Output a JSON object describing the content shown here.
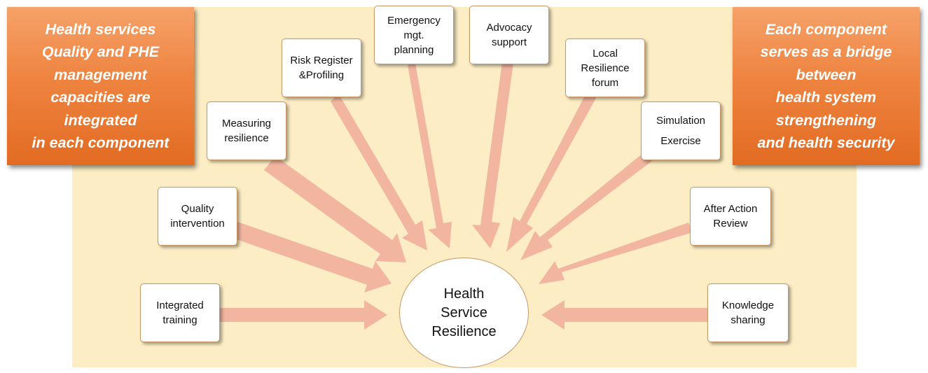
{
  "left_note": [
    "Health services",
    "Quality and PHE",
    "management",
    "capacities are",
    "integrated",
    "in each component"
  ],
  "right_note": [
    "Each component",
    "serves as a bridge",
    "between",
    "health system",
    "strengthening",
    "and health security"
  ],
  "center": [
    "Health",
    "Service",
    "Resilience"
  ],
  "components": [
    {
      "id": "integrated-training",
      "lines": [
        "Integrated",
        "training"
      ]
    },
    {
      "id": "quality-intervention",
      "lines": [
        "Quality",
        "intervention"
      ]
    },
    {
      "id": "measuring-resilience",
      "lines": [
        "Measuring",
        "resilience"
      ]
    },
    {
      "id": "risk-register",
      "lines": [
        "Risk Register",
        "&Profiling"
      ]
    },
    {
      "id": "emergency-planning",
      "lines": [
        "Emergency",
        "mgt.",
        "planning"
      ]
    },
    {
      "id": "advocacy-support",
      "lines": [
        "Advocacy",
        "support"
      ]
    },
    {
      "id": "local-resilience-forum",
      "lines": [
        "Local",
        "Resilience",
        "forum"
      ]
    },
    {
      "id": "simulation-exercise",
      "lines": [
        "Simulation",
        "Exercise"
      ]
    },
    {
      "id": "after-action-review",
      "lines": [
        "After Action",
        "Review"
      ]
    },
    {
      "id": "knowledge-sharing",
      "lines": [
        "Knowledge",
        "sharing"
      ]
    }
  ],
  "colors": {
    "panel": "#fcedc4",
    "arrow": "#f1b5a0",
    "note_orange": "#ee8440",
    "node_border": "#c79664"
  }
}
